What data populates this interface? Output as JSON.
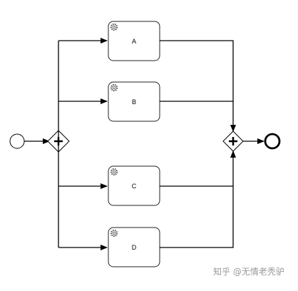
{
  "diagram": {
    "type": "bpmn-process",
    "start_event": "start",
    "split_gateway": {
      "kind": "parallel",
      "symbol": "+"
    },
    "join_gateway": {
      "kind": "parallel",
      "symbol": "+"
    },
    "end_event": "end",
    "tasks": [
      {
        "label": "A",
        "icon": "gear-icon"
      },
      {
        "label": "B",
        "icon": "gear-icon"
      },
      {
        "label": "C",
        "icon": "gear-icon"
      },
      {
        "label": "D",
        "icon": "gear-icon"
      }
    ]
  },
  "watermark": "知乎 @无情老秃驴",
  "colors": {
    "stroke": "#000000",
    "task_border": "#222222",
    "watermark": "#9a9a9a"
  }
}
